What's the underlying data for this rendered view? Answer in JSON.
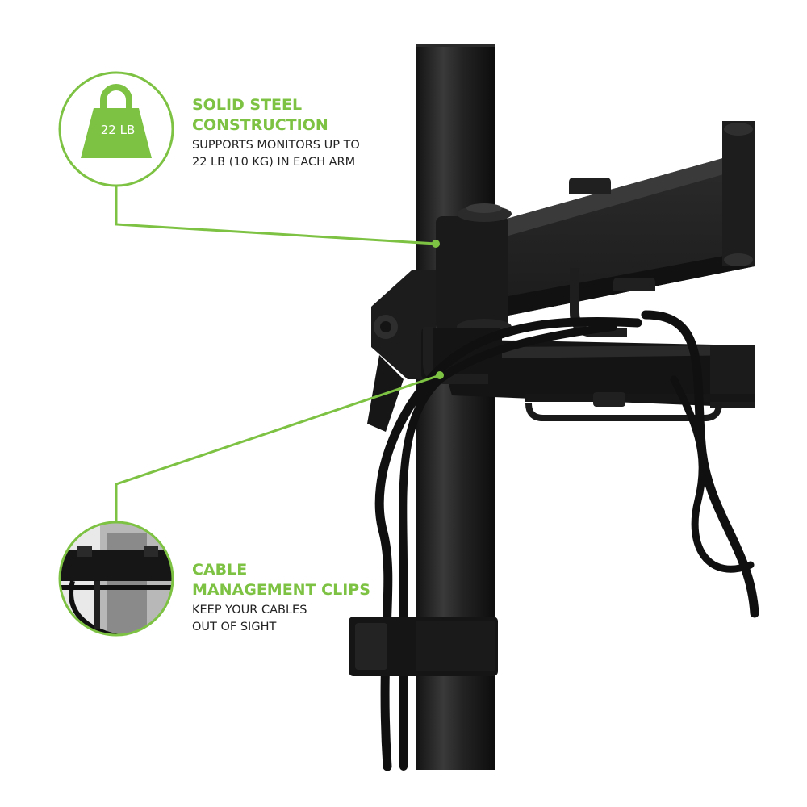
{
  "features": [
    {
      "icon": "weight-icon",
      "icon_text": "22 LB",
      "title_line1": "SOLID STEEL",
      "title_line2": "CONSTRUCTION",
      "desc_line1": "SUPPORTS MONITORS UP TO",
      "desc_line2": "22 LB (10 KG) IN EACH ARM"
    },
    {
      "icon": "cable-clip-closeup-icon",
      "title_line1": "CABLE",
      "title_line2": "MANAGEMENT CLIPS",
      "desc_line1": "KEEP YOUR CABLES",
      "desc_line2": "OUT OF SIGHT"
    }
  ],
  "colors": {
    "accent": "#7dc242",
    "text": "#222222",
    "hardware": "#1c1c1c",
    "background": "#ffffff"
  }
}
